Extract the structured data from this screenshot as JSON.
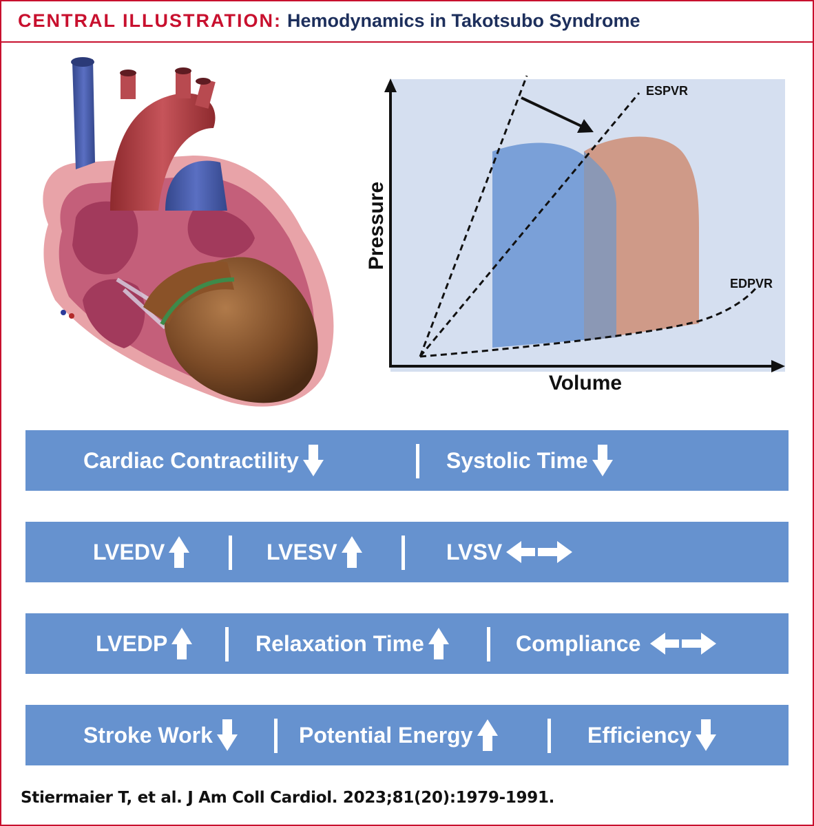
{
  "header": {
    "label": "CENTRAL ILLUSTRATION:",
    "title": "Hemodynamics in Takotsubo Syndrome"
  },
  "diagram": {
    "x_axis_label": "Volume",
    "y_axis_label": "Pressure",
    "curve_labels": {
      "espvr": "ESPVR",
      "edpvr": "EDPVR"
    },
    "colors": {
      "background": "#d5dff0",
      "normal_loop": "#7aa0d8",
      "takotsubo_loop": "#cf9a88",
      "overlap": "#8b98b5"
    }
  },
  "rows": [
    {
      "items": [
        {
          "label": "Cardiac Contractility",
          "direction": "down"
        },
        {
          "label": "Systolic Time",
          "direction": "down"
        }
      ]
    },
    {
      "items": [
        {
          "label": "LVEDV",
          "direction": "up"
        },
        {
          "label": "LVESV",
          "direction": "up"
        },
        {
          "label": "LVSV",
          "direction": "both"
        }
      ]
    },
    {
      "items": [
        {
          "label": "LVEDP",
          "direction": "up"
        },
        {
          "label": "Relaxation Time",
          "direction": "up"
        },
        {
          "label": "Compliance",
          "direction": "both"
        }
      ]
    },
    {
      "items": [
        {
          "label": "Stroke Work",
          "direction": "down"
        },
        {
          "label": "Potential Energy",
          "direction": "up"
        },
        {
          "label": "Efficiency",
          "direction": "down"
        }
      ]
    }
  ],
  "citation": "Stiermaier T, et al. J Am Coll Cardiol. 2023;81(20):1979-1991."
}
